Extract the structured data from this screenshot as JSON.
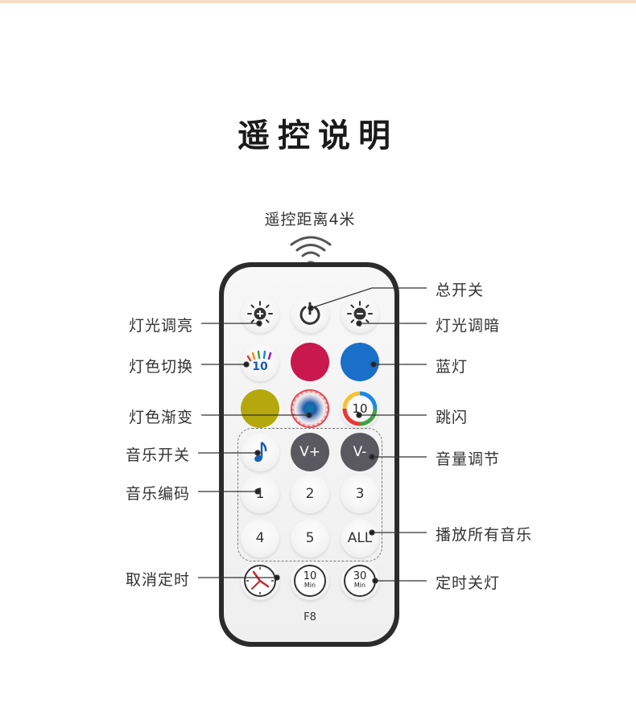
{
  "page": {
    "title": "遥控说明",
    "range_text": "遥控距离4米",
    "model": "F8"
  },
  "buttons": {
    "color_cycle_count": "10",
    "jump_flash_count": "10",
    "vol_up": "V+",
    "vol_down": "V-",
    "num_1": "1",
    "num_2": "2",
    "num_3": "3",
    "num_4": "4",
    "num_5": "5",
    "all": "ALL",
    "timer_10": "10",
    "timer_30": "30",
    "timer_unit": "Min"
  },
  "labels": {
    "power": "总开关",
    "brighten": "灯光调亮",
    "dim": "灯光调暗",
    "color_switch": "灯色切换",
    "blue": "蓝灯",
    "color_fade": "灯色渐变",
    "jump_flash": "跳闪",
    "music_toggle": "音乐开关",
    "volume": "音量调节",
    "music_code": "音乐编码",
    "play_all": "播放所有音乐",
    "cancel_timer": "取消定时",
    "timer_off": "定时关灯"
  },
  "colors": {
    "red_button": "#c8184e",
    "blue_button": "#1a6fc9",
    "yellow_button": "#b5a80e",
    "dark_button": "#5a5960",
    "remote_body": "#2b2b2b"
  }
}
